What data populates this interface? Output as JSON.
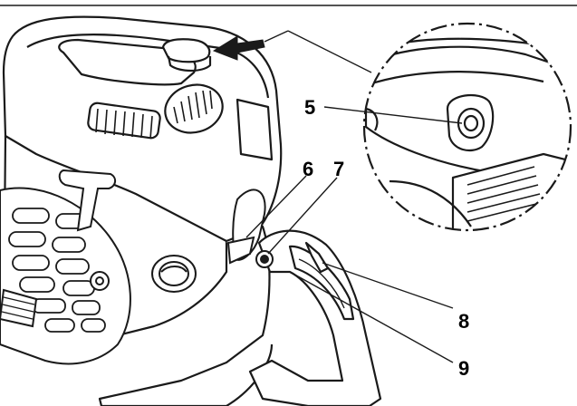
{
  "callouts": {
    "c5": "5",
    "c6": "6",
    "c7": "7",
    "c8": "8",
    "c9": "9"
  },
  "colors": {
    "line": "#1a1a1a",
    "background": "#ffffff",
    "shade": "#cfcfcf"
  },
  "icons": {
    "direction_arrow": "arrow-left-icon",
    "detail_circle": "magnifier-circle-icon"
  }
}
